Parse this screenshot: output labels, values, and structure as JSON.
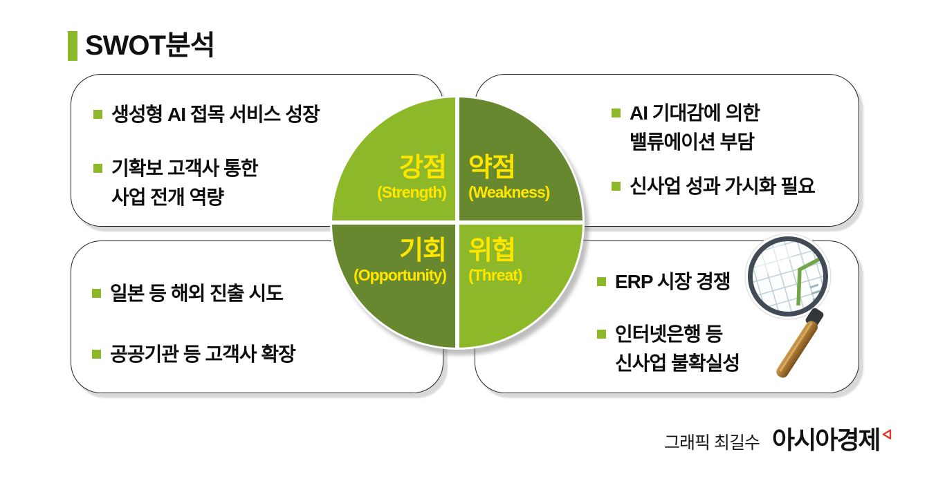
{
  "title": "SWOT분석",
  "quadrants": {
    "strength": {
      "ko": "강점",
      "en": "(Strength)"
    },
    "weakness": {
      "ko": "약점",
      "en": "(Weakness)"
    },
    "opportunity": {
      "ko": "기회",
      "en": "(Opportunity)"
    },
    "threat": {
      "ko": "위협",
      "en": "(Threat)"
    }
  },
  "cards": {
    "strength": {
      "items": [
        "생성형 AI 접목 서비스 성장",
        "기확보 고객사 통한\n사업 전개 역량"
      ]
    },
    "weakness": {
      "items": [
        "AI 기대감에 의한\n밸류에이션 부담",
        "신사업 성과 가시화 필요"
      ]
    },
    "opportunity": {
      "items": [
        "일본 등 해외 진출 시도",
        "공공기관 등 고객사 확장"
      ]
    },
    "threat": {
      "items": [
        "ERP 시장 경쟁",
        "인터넷은행 등\n신사업 불확실성"
      ]
    }
  },
  "footer": {
    "credit": "그래픽 최길수",
    "brand": "아시아경제"
  },
  "icons": {
    "illustration": "magnifying-glass-over-chart",
    "bullet": "green-square-bullet",
    "brand_mark": "red-flag-mark"
  },
  "colors": {
    "light_green": "#8cb82a",
    "dark_green": "#67882e",
    "label_yellow": "#ffe600",
    "brand_red": "#e2372c",
    "text_black": "#0d0d0d",
    "shadow_gray": "#d9d9d9"
  }
}
